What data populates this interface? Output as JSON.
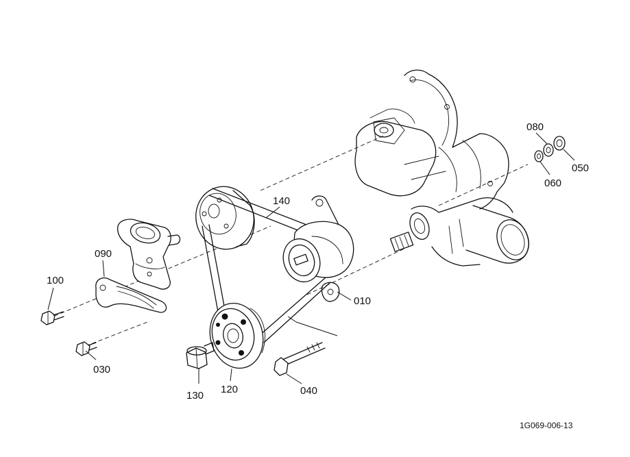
{
  "parts": {
    "p010": "010",
    "p030": "030",
    "p040": "040",
    "p050": "050",
    "p060": "060",
    "p080": "080",
    "p090": "090",
    "p100": "100",
    "p120": "120",
    "p130": "130",
    "p140": "140"
  },
  "figure_code": "1G069-006-13"
}
